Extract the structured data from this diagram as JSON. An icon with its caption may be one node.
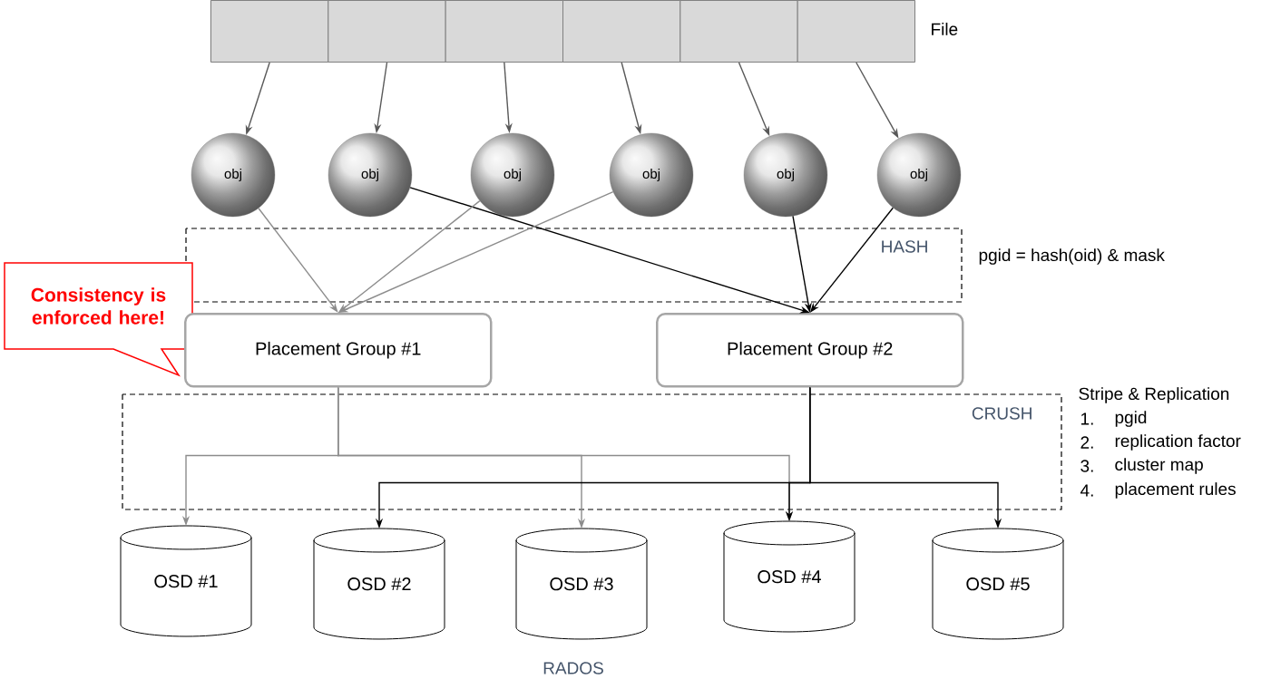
{
  "diagram": {
    "nodes": [
      {
        "text": [],
        "shape": "bar",
        "beside": [
          "File"
        ]
      },
      {
        "text": [],
        "shape": "box",
        "in": 0
      },
      {
        "text": [],
        "shape": "box",
        "in": 0
      },
      {
        "text": [],
        "shape": "box",
        "in": 0
      },
      {
        "text": [],
        "shape": "box",
        "in": 0
      },
      {
        "text": [],
        "shape": "box",
        "in": 0
      },
      {
        "text": [],
        "shape": "box",
        "in": 0
      },
      {
        "text": [
          "obj"
        ]
      },
      {
        "text": [
          "obj"
        ]
      },
      {
        "text": [
          "obj"
        ]
      },
      {
        "text": [
          "obj"
        ]
      },
      {
        "text": [
          "obj"
        ]
      },
      {
        "text": [
          "obj"
        ]
      },
      {
        "text": [
          "Consistency is enforced here!"
        ]
      },
      {
        "text": [
          "Placement Group #1"
        ]
      },
      {
        "text": [
          "Placement Group #2"
        ]
      },
      {
        "text": [
          "OSD #1"
        ]
      },
      {
        "text": [
          "OSD #2"
        ]
      },
      {
        "text": [
          "OSD #3"
        ]
      },
      {
        "text": [
          "OSD #4"
        ]
      },
      {
        "text": [
          "OSD #5"
        ]
      }
    ],
    "edges": [
      {
        "from": 1,
        "to": 7,
        "arrow": "to"
      },
      {
        "from": 2,
        "to": 8,
        "arrow": "to"
      },
      {
        "from": 3,
        "to": 9,
        "arrow": "to"
      },
      {
        "from": 4,
        "to": 10,
        "arrow": "to"
      },
      {
        "from": 5,
        "to": 11,
        "arrow": "to"
      },
      {
        "from": 6,
        "to": 12,
        "arrow": "to"
      },
      {
        "from": 7,
        "to": 14,
        "arrow": "to",
        "color": "#8c8c8c"
      },
      {
        "from": 8,
        "to": 15,
        "arrow": "to",
        "color": "#000000"
      },
      {
        "from": 9,
        "to": 14,
        "arrow": "to",
        "color": "#8c8c8c"
      },
      {
        "from": 10,
        "to": 14,
        "arrow": "to",
        "color": "#8c8c8c"
      },
      {
        "from": 11,
        "to": 15,
        "arrow": "to",
        "color": "#000000"
      },
      {
        "from": 12,
        "to": 15,
        "arrow": "to",
        "color": "#000000"
      },
      {
        "from": 14,
        "to": 16,
        "arrow": "to",
        "color": "#8c8c8c"
      },
      {
        "from": 14,
        "to": 18,
        "arrow": "to",
        "color": "#8c8c8c"
      },
      {
        "from": 14,
        "to": 19,
        "arrow": "to",
        "color": "#8c8c8c"
      },
      {
        "from": 15,
        "to": 17,
        "arrow": "to",
        "color": "#000000"
      },
      {
        "from": 15,
        "to": 19,
        "arrow": "to",
        "color": "#000000"
      },
      {
        "from": 15,
        "to": 20,
        "arrow": "to",
        "color": "#000000"
      }
    ],
    "labels": [
      "HASH",
      "pgid = hash(oid) & mask",
      "CRUSH",
      "Stripe & Replication",
      "1.",
      "pgid",
      "2.",
      "replication factor",
      "3.",
      "cluster map",
      "4.",
      "placement rules",
      "RADOS"
    ]
  }
}
